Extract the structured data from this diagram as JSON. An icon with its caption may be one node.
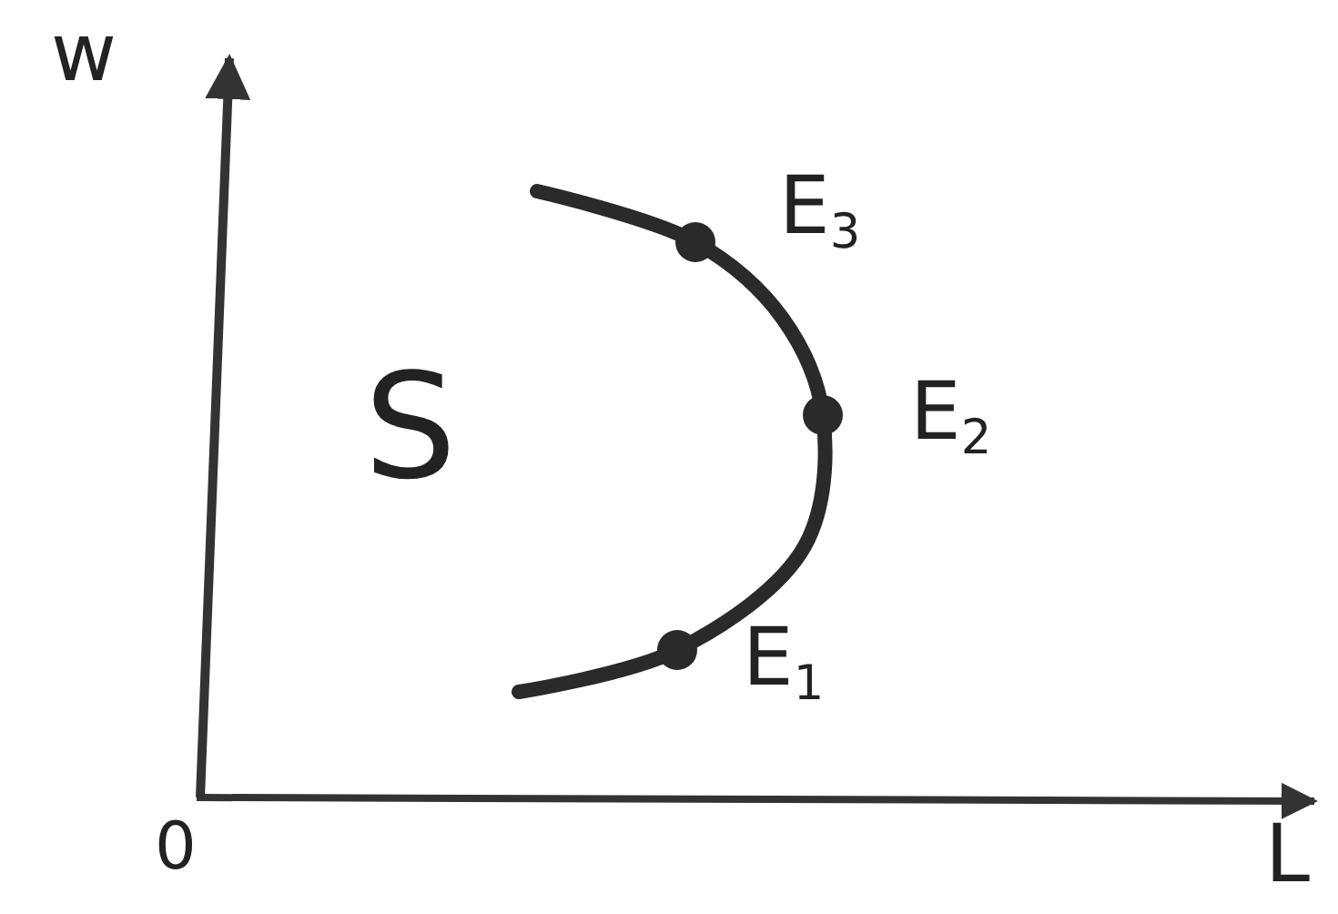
{
  "diagram": {
    "labels": [
      "w",
      "E$_{3}$",
      "S",
      "E$_{2}$",
      "E$_{1}$",
      "0",
      "L"
    ]
  }
}
